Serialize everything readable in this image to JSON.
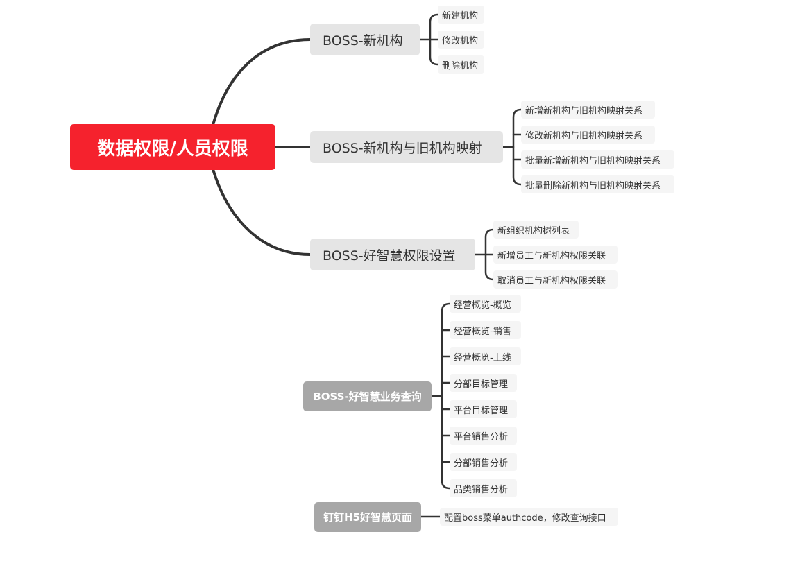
{
  "root": {
    "label": "数据权限/人员权限"
  },
  "branches": [
    {
      "label": "BOSS-新机构",
      "children": [
        "新建机构",
        "修改机构",
        "删除机构"
      ]
    },
    {
      "label": "BOSS-新机构与旧机构映射",
      "children": [
        "新增新机构与旧机构映射关系",
        "修改新机构与旧机构映射关系",
        "批量新增新机构与旧机构映射关系",
        "批量删除新机构与旧机构映射关系"
      ]
    },
    {
      "label": "BOSS-好智慧权限设置",
      "children": [
        "新组织机构树列表",
        "新增员工与新机构权限关联",
        "取消员工与新机构权限关联"
      ]
    },
    {
      "label": "BOSS-好智慧业务查询",
      "children": [
        "经营概览-概览",
        "经营概览-销售",
        "经营概览-上线",
        "分部目标管理",
        "平台目标管理",
        "平台销售分析",
        "分部销售分析",
        "品类销售分析"
      ]
    },
    {
      "label": "钉钉H5好智慧页面",
      "children": [
        "配置boss菜单authcode，修改查询接口"
      ]
    }
  ],
  "colors": {
    "root": "#f5222d",
    "main": "#e5e5e5",
    "gray": "#a7a7a7",
    "leaf": "#f5f5f5",
    "line": "#333333"
  }
}
